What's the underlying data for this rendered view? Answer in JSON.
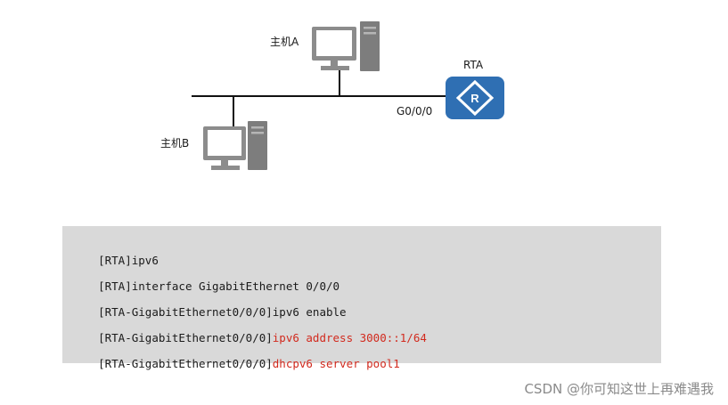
{
  "diagram": {
    "host_a_label": "主机A",
    "host_b_label": "主机B",
    "router_label": "RTA",
    "router_symbol": "R",
    "interface_label": "G0/0/0",
    "icons": [
      "computer-icon",
      "router-icon"
    ],
    "colors": {
      "router": "#2f6fb3",
      "computer": "#8c8c8c",
      "link": "#111111"
    }
  },
  "config": {
    "lines": [
      {
        "prefix": "[RTA]ipv6",
        "highlight": ""
      },
      {
        "prefix": "[RTA]interface GigabitEthernet 0/0/0",
        "highlight": ""
      },
      {
        "prefix": "[RTA-GigabitEthernet0/0/0]ipv6 enable",
        "highlight": ""
      },
      {
        "prefix": "[RTA-GigabitEthernet0/0/0]",
        "highlight": "ipv6 address 3000::1/64"
      },
      {
        "prefix": "[RTA-GigabitEthernet0/0/0]",
        "highlight": "dhcpv6 server pool1"
      }
    ],
    "highlight_color": "#d22a1e",
    "background": "#d9d9d9"
  },
  "watermark": "CSDN @你可知这世上再难遇我"
}
